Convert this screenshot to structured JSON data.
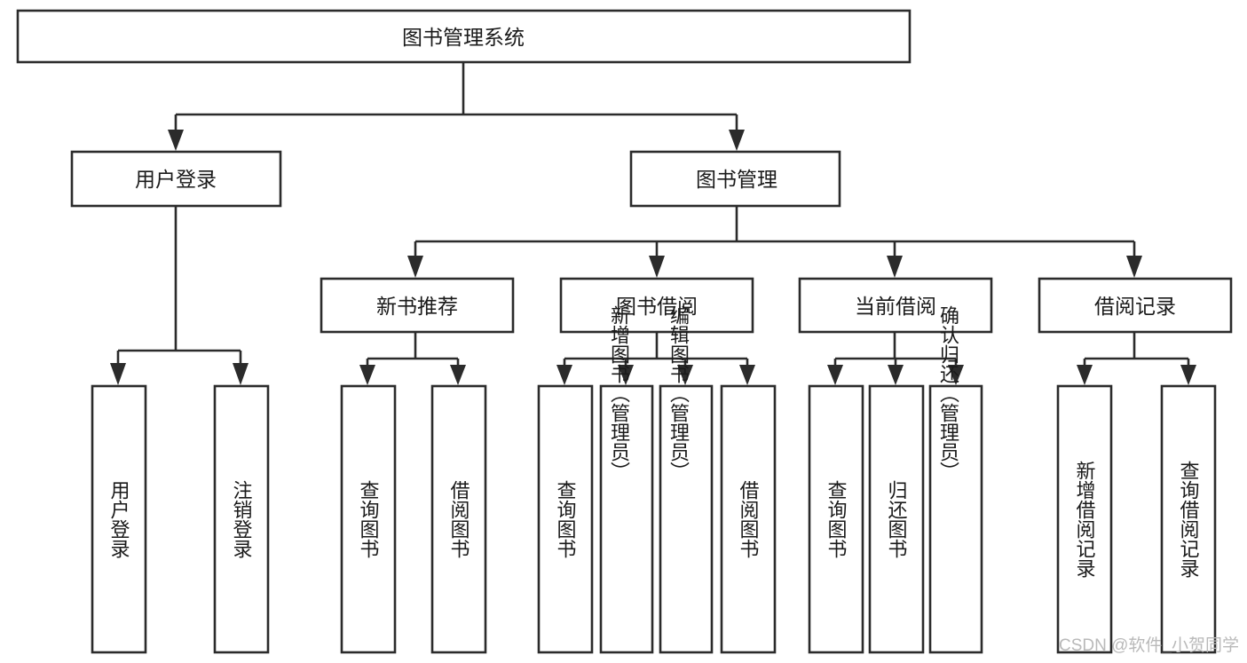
{
  "diagram": {
    "title": "图书管理系统",
    "orientation": "top-down-tree",
    "watermark": "CSDN @软件_小贺同学",
    "colors": {
      "node_fill": "#ffffff",
      "node_stroke": "#2b2b2b",
      "text": "#1a1a1a",
      "watermark": "#b9b9b9",
      "background": "#ffffff"
    },
    "nodes": {
      "root": "图书管理系统",
      "level1": [
        "用户登录",
        "图书管理"
      ],
      "level2": [
        "新书推荐",
        "图书借阅",
        "当前借阅",
        "借阅记录"
      ],
      "leaves": {
        "user_login": [
          "用户登录",
          "注销登录"
        ],
        "new_book_recommend": [
          "查询图书",
          "借阅图书"
        ],
        "book_borrow": [
          "查询图书",
          "新增图书（管理员）",
          "编辑图书（管理员）",
          "借阅图书"
        ],
        "current_borrow": [
          "查询图书",
          "归还图书",
          "确认归还（管理员）"
        ],
        "borrow_record": [
          "新增借阅记录",
          "查询借阅记录"
        ]
      }
    },
    "edges": [
      {
        "from": "图书管理系统",
        "to": "用户登录"
      },
      {
        "from": "图书管理系统",
        "to": "图书管理"
      },
      {
        "from": "图书管理",
        "to": "新书推荐"
      },
      {
        "from": "图书管理",
        "to": "图书借阅"
      },
      {
        "from": "图书管理",
        "to": "当前借阅"
      },
      {
        "from": "图书管理",
        "to": "借阅记录"
      },
      {
        "from": "用户登录",
        "to": "用户登录"
      },
      {
        "from": "用户登录",
        "to": "注销登录"
      },
      {
        "from": "新书推荐",
        "to": "查询图书"
      },
      {
        "from": "新书推荐",
        "to": "借阅图书"
      },
      {
        "from": "图书借阅",
        "to": "查询图书"
      },
      {
        "from": "图书借阅",
        "to": "新增图书（管理员）"
      },
      {
        "from": "图书借阅",
        "to": "编辑图书（管理员）"
      },
      {
        "from": "图书借阅",
        "to": "借阅图书"
      },
      {
        "from": "当前借阅",
        "to": "查询图书"
      },
      {
        "from": "当前借阅",
        "to": "归还图书"
      },
      {
        "from": "当前借阅",
        "to": "确认归还（管理员）"
      },
      {
        "from": "借阅记录",
        "to": "新增借阅记录"
      },
      {
        "from": "借阅记录",
        "to": "查询借阅记录"
      }
    ]
  }
}
